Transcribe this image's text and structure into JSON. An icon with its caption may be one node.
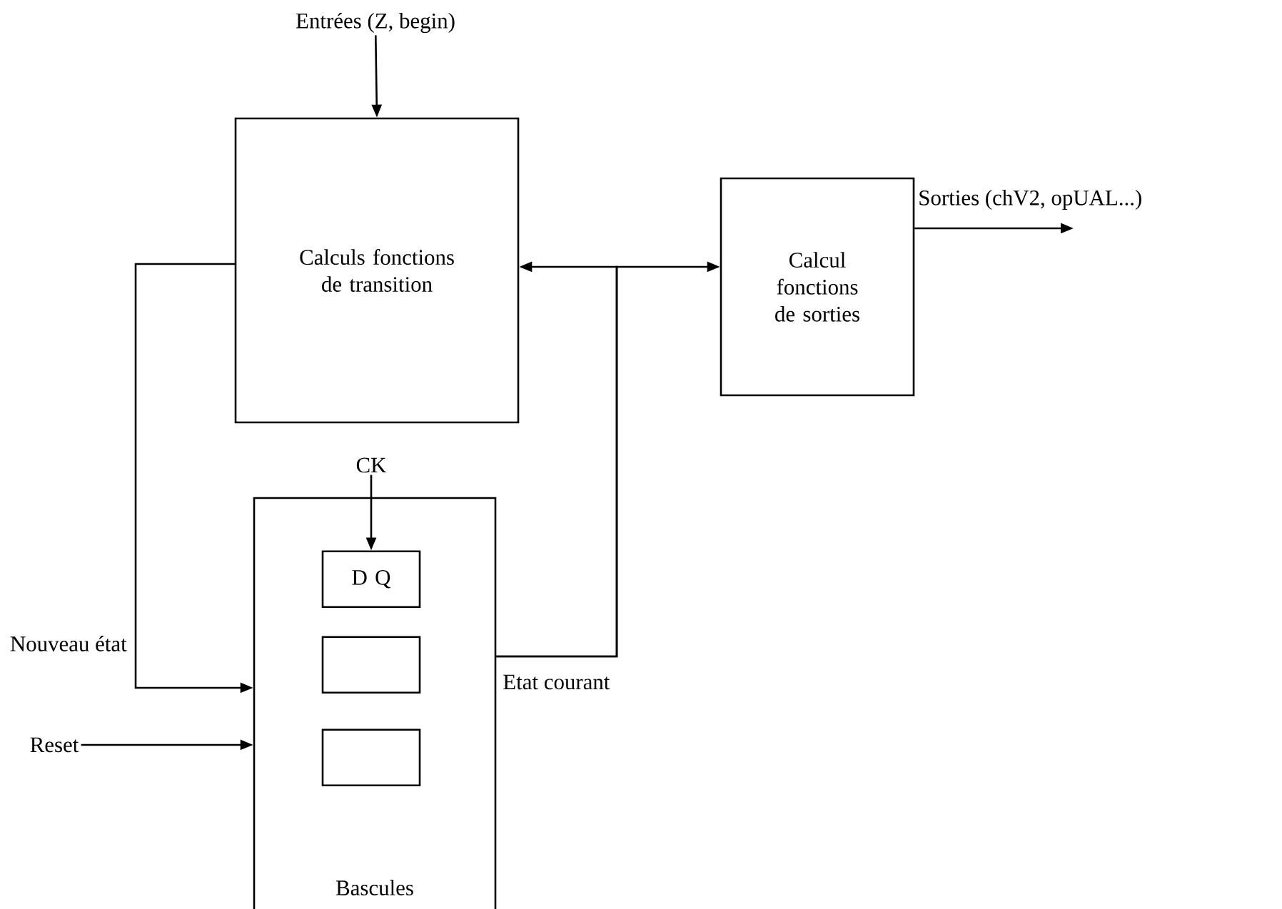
{
  "diagram": {
    "nodes": [
      {
        "text": [
          "Calculs fonctions de transition"
        ]
      },
      {
        "text": [
          "Calcul fonctions de sorties"
        ]
      },
      {
        "text": [
          "Bascules"
        ]
      },
      {
        "text": [
          "D Q"
        ],
        "in": 2
      },
      {
        "text": [],
        "shape": "box",
        "in": 2
      },
      {
        "text": [],
        "shape": "box",
        "in": 2
      },
      {
        "text": [
          "Entrées (Z, begin)"
        ]
      },
      {
        "text": [
          "CK"
        ]
      },
      {
        "text": [
          "Reset"
        ]
      }
    ],
    "edges": [
      {
        "from": 6,
        "to": 0,
        "arrow": "to"
      },
      {
        "from": 7,
        "to": 3,
        "arrow": "to"
      },
      {
        "from": 0,
        "to": 2,
        "arrow": "to",
        "label": "Nouveau état"
      },
      {
        "from": 2,
        "to": 0,
        "arrow": "to",
        "label": "Etat courant"
      },
      {
        "from": 2,
        "to": 1,
        "arrow": "to"
      },
      {
        "from": 1,
        "to": null,
        "arrow": "to",
        "label": "Sorties (chV2, opUAL...)"
      },
      {
        "from": 8,
        "to": 2,
        "arrow": "to"
      }
    ]
  }
}
